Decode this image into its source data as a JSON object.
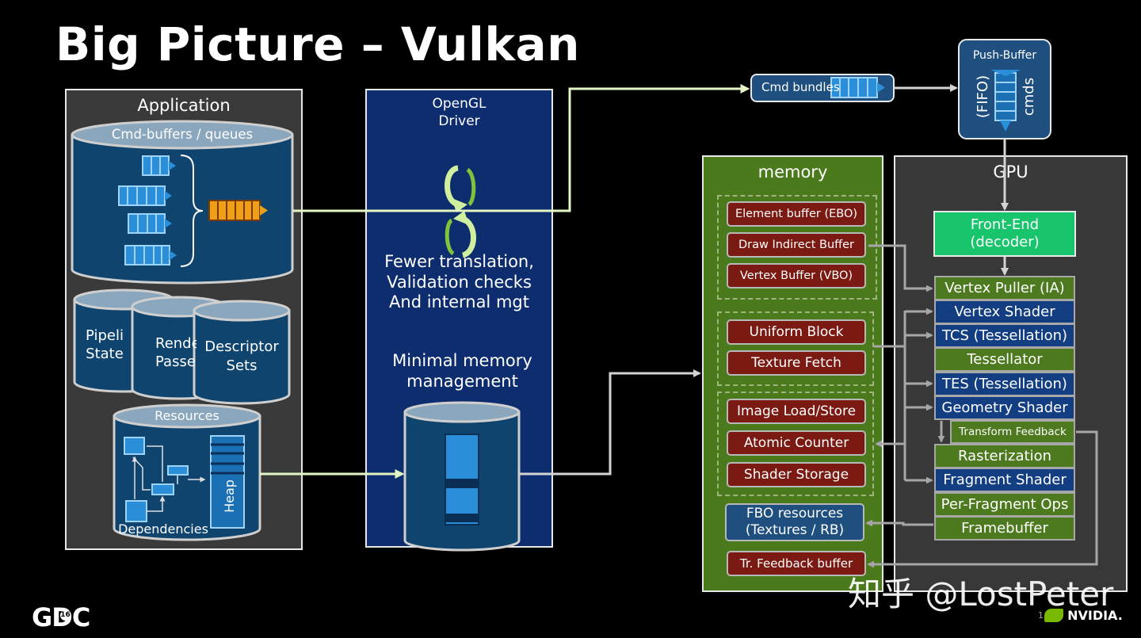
{
  "title": "Big Picture – Vulkan",
  "application": {
    "label": "Application",
    "cmd_buffers_label": "Cmd-buffers / queues",
    "pipeline_label": "Pipeline State",
    "pipeline_visible": "Pipeli\nState",
    "render_label": "Render Passes",
    "render_visible": "Rende\nPasse",
    "descriptor_label": "Descriptor\nSets",
    "resources_label": "Resources",
    "heap_label": "Heap",
    "dependencies_label": "Dependencies"
  },
  "driver": {
    "label": "OpenGL\nDriver",
    "text1": "Fewer translation,\nValidation checks\nAnd internal mgt",
    "text2": "Minimal memory\nmanagement"
  },
  "cmd_bundles_label": "Cmd bundles",
  "push_buffer": {
    "label": "Push-Buffer",
    "fifo": "(FIFO)",
    "cmds": "cmds"
  },
  "memory": {
    "label": "memory",
    "items": [
      "Element buffer (EBO)",
      "Draw Indirect Buffer",
      "Vertex Buffer (VBO)",
      "Uniform Block",
      "Texture Fetch",
      "Image Load/Store",
      "Atomic Counter",
      "Shader Storage"
    ],
    "fbo": "FBO resources\n(Textures / RB)",
    "tr_feedback": "Tr. Feedback buffer"
  },
  "gpu": {
    "label": "GPU",
    "front_end": "Front-End\n(decoder)",
    "stages": [
      "Vertex Puller (IA)",
      "Vertex Shader",
      "TCS (Tessellation)",
      "Tessellator",
      "TES (Tessellation)",
      "Geometry Shader",
      "Transform Feedback",
      "Rasterization",
      "Fragment Shader",
      "Per-Fragment Ops",
      "Framebuffer"
    ]
  },
  "footer": {
    "gdc": "GDC",
    "gdc_badge": "16",
    "nvidia": "NVIDIA.",
    "page_number": "1",
    "watermark": "知乎 @LostPeter"
  },
  "colors": {
    "driver_blue": "#0d2d6e",
    "memory_green": "#4a7a1c",
    "gpu_gray": "#383838",
    "front_end_green": "#18c46c",
    "stage_blue": "#133e82",
    "stage_green": "#4d7a1e",
    "mem_red": "#7a1a12"
  }
}
